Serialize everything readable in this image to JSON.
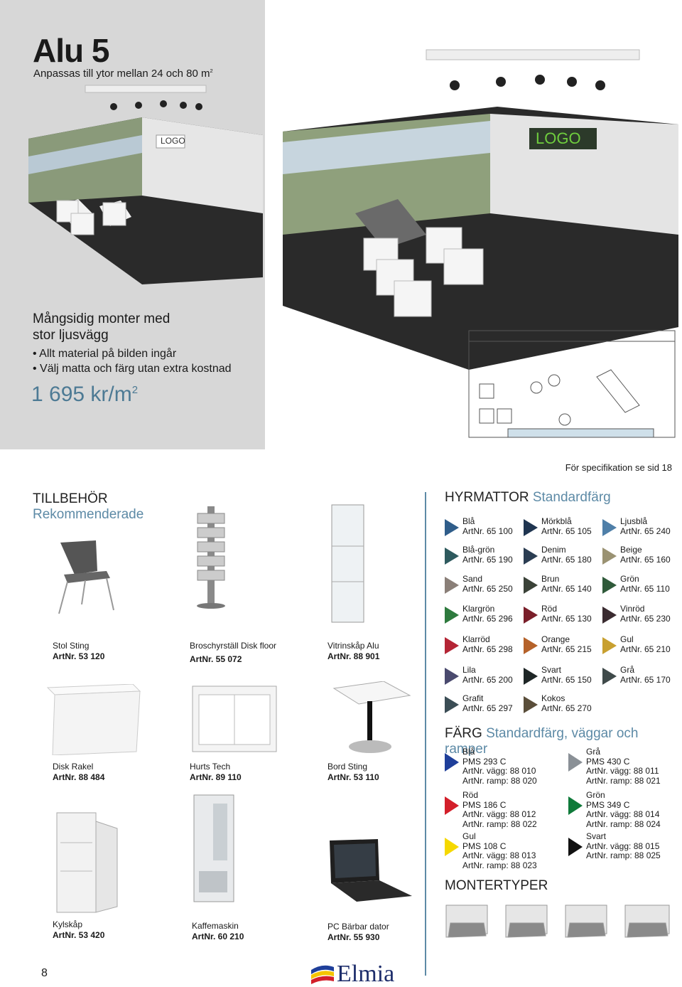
{
  "hero": {
    "title": "Alu 5",
    "subtitle": "Anpassas till ytor mellan 24 och 80 m",
    "subtitle_sup": "2",
    "desc_line1": "Mångsidig monter med",
    "desc_line2": "stor ljusvägg",
    "bullet1": "• Allt material på bilden ingår",
    "bullet2": "• Välj matta och färg utan extra kostnad",
    "price": "1 695 kr/m",
    "price_sup": "2"
  },
  "booth_sign": "LOGO",
  "spec_note": "För specifikation se sid 18",
  "tillbehor": {
    "heading": "TILLBEHÖR",
    "subheading": "Rekommenderade",
    "items": [
      {
        "name": "Stol Sting",
        "art": "ArtNr. 53 120"
      },
      {
        "name": "Broschyrställ Disk floor",
        "art": "ArtNr. 55 072"
      },
      {
        "name": "Vitrinskåp Alu",
        "art": "ArtNr. 88 901"
      },
      {
        "name": "Disk Rakel",
        "art": "ArtNr. 88 484"
      },
      {
        "name": "Hurts Tech",
        "art": "ArtNr. 89 110"
      },
      {
        "name": "Bord Sting",
        "art": "ArtNr. 53 110"
      },
      {
        "name": "Kylskåp",
        "art": "ArtNr. 53 420"
      },
      {
        "name": "Kaffemaskin",
        "art": "ArtNr. 60 210"
      },
      {
        "name": "PC Bärbar dator",
        "art": "ArtNr. 55 930"
      }
    ]
  },
  "hyrmattor": {
    "heading": "HYRMATTOR",
    "subheading": "Standardfärg",
    "items": [
      {
        "name": "Blå",
        "art": "ArtNr. 65 100",
        "color": "#2f5d8a"
      },
      {
        "name": "Mörkblå",
        "art": "ArtNr. 65 105",
        "color": "#1f3550"
      },
      {
        "name": "Ljusblå",
        "art": "ArtNr. 65 240",
        "color": "#4f7fa8"
      },
      {
        "name": "Blå-grön",
        "art": "ArtNr. 65 190",
        "color": "#2e5a5e"
      },
      {
        "name": "Denim",
        "art": "ArtNr. 65 180",
        "color": "#2b3d52"
      },
      {
        "name": "Beige",
        "art": "ArtNr. 65 160",
        "color": "#9a9272"
      },
      {
        "name": "Sand",
        "art": "ArtNr. 65 250",
        "color": "#8a7f78"
      },
      {
        "name": "Brun",
        "art": "ArtNr. 65 140",
        "color": "#3a4238"
      },
      {
        "name": "Grön",
        "art": "ArtNr. 65 110",
        "color": "#2f5a3a"
      },
      {
        "name": "Klargrön",
        "art": "ArtNr. 65  296",
        "color": "#2e7a3e"
      },
      {
        "name": "Röd",
        "art": "ArtNr. 65 130",
        "color": "#7a1f2a"
      },
      {
        "name": "Vinröd",
        "art": "ArtNr. 65 230",
        "color": "#3a2b30"
      },
      {
        "name": "Klarröd",
        "art": "ArtNr. 65 298",
        "color": "#b42535"
      },
      {
        "name": "Orange",
        "art": "ArtNr. 65 215",
        "color": "#b5622a"
      },
      {
        "name": "Gul",
        "art": "ArtNr. 65 210",
        "color": "#c8a030"
      },
      {
        "name": "Lila",
        "art": "ArtNr. 65 200",
        "color": "#4a4a6e"
      },
      {
        "name": "Svart",
        "art": "ArtNr. 65 150",
        "color": "#1e2626"
      },
      {
        "name": "Grå",
        "art": "ArtNr. 65 170",
        "color": "#3f4a4a"
      },
      {
        "name": "Grafit",
        "art": "ArtNr. 65 297",
        "color": "#3b4d55"
      },
      {
        "name": "Kokos",
        "art": "ArtNr. 65 270",
        "color": "#5a4e3a"
      }
    ]
  },
  "farg": {
    "heading": "FÄRG",
    "subheading": "Standardfärg, väggar och ramper",
    "items": [
      {
        "name": "Blå",
        "pms": "PMS 293 C",
        "vagg": "ArtNr. vägg: 88 010",
        "ramp": "ArtNr. ramp: 88 020",
        "color": "#1f3f9a"
      },
      {
        "name": "Grå",
        "pms": "PMS 430 C",
        "vagg": "ArtNr. vägg: 88 011",
        "ramp": "ArtNr. ramp: 88 021",
        "color": "#8a9096"
      },
      {
        "name": "Röd",
        "pms": "PMS 186 C",
        "vagg": "ArtNr. vägg: 88 012",
        "ramp": "ArtNr. ramp: 88 022",
        "color": "#d31f2a"
      },
      {
        "name": "Grön",
        "pms": "PMS 349 C",
        "vagg": "ArtNr. vägg: 88 014",
        "ramp": "ArtNr. ramp: 88 024",
        "color": "#0f7a3a"
      },
      {
        "name": "Gul",
        "pms": "PMS 108 C",
        "vagg": "ArtNr. vägg: 88 013",
        "ramp": "ArtNr. ramp: 88 023",
        "color": "#f5d800"
      },
      {
        "name": "Svart",
        "pms": "",
        "vagg": "ArtNr. vägg: 88 015",
        "ramp": "ArtNr. ramp: 88 025",
        "color": "#111111"
      }
    ]
  },
  "montertyper": {
    "heading": "MONTERTYPER"
  },
  "footer": {
    "page": "8",
    "brand": "Elmia"
  }
}
